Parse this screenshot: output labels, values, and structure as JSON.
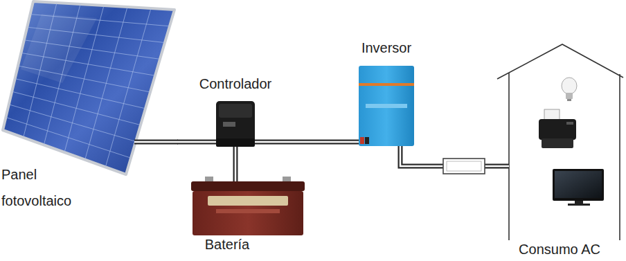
{
  "diagram": {
    "nodes": [
      {
        "text": [
          "Panel fotovoltaico"
        ]
      },
      {
        "text": [
          "Controlador"
        ]
      },
      {
        "text": [
          "Batería"
        ]
      },
      {
        "text": [
          "Inversor"
        ]
      },
      {
        "text": [
          "Consumo AC"
        ]
      }
    ],
    "edges": [
      {
        "from": 0,
        "to": 1,
        "arrow": "none"
      },
      {
        "from": 1,
        "to": 2,
        "arrow": "none"
      },
      {
        "from": 1,
        "to": 3,
        "arrow": "none"
      },
      {
        "from": 3,
        "to": 4,
        "arrow": "none"
      }
    ]
  }
}
